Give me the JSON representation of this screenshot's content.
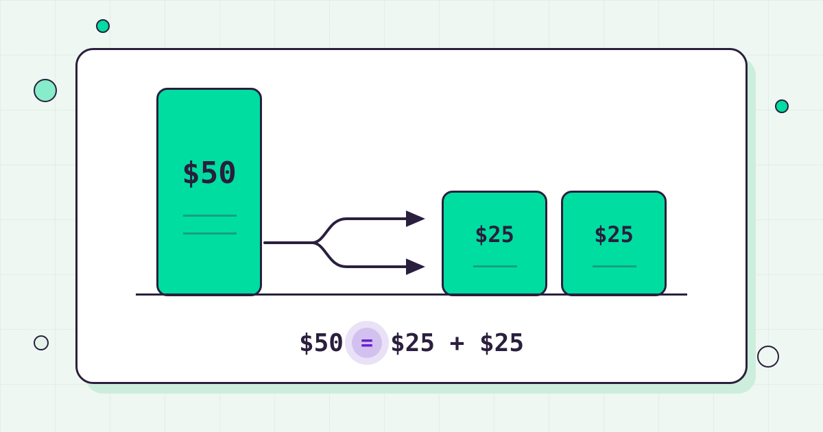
{
  "diagram": {
    "source_block": {
      "amount": "$50"
    },
    "split_blocks": [
      {
        "amount": "$25"
      },
      {
        "amount": "$25"
      }
    ],
    "equation": {
      "left": "$50",
      "operator": "=",
      "right": "$25 + $25"
    }
  },
  "colors": {
    "block_fill": "#00dda0",
    "outline": "#2a1f3d",
    "equals_accent": "#6a1fd0",
    "background": "#eef7f1"
  }
}
